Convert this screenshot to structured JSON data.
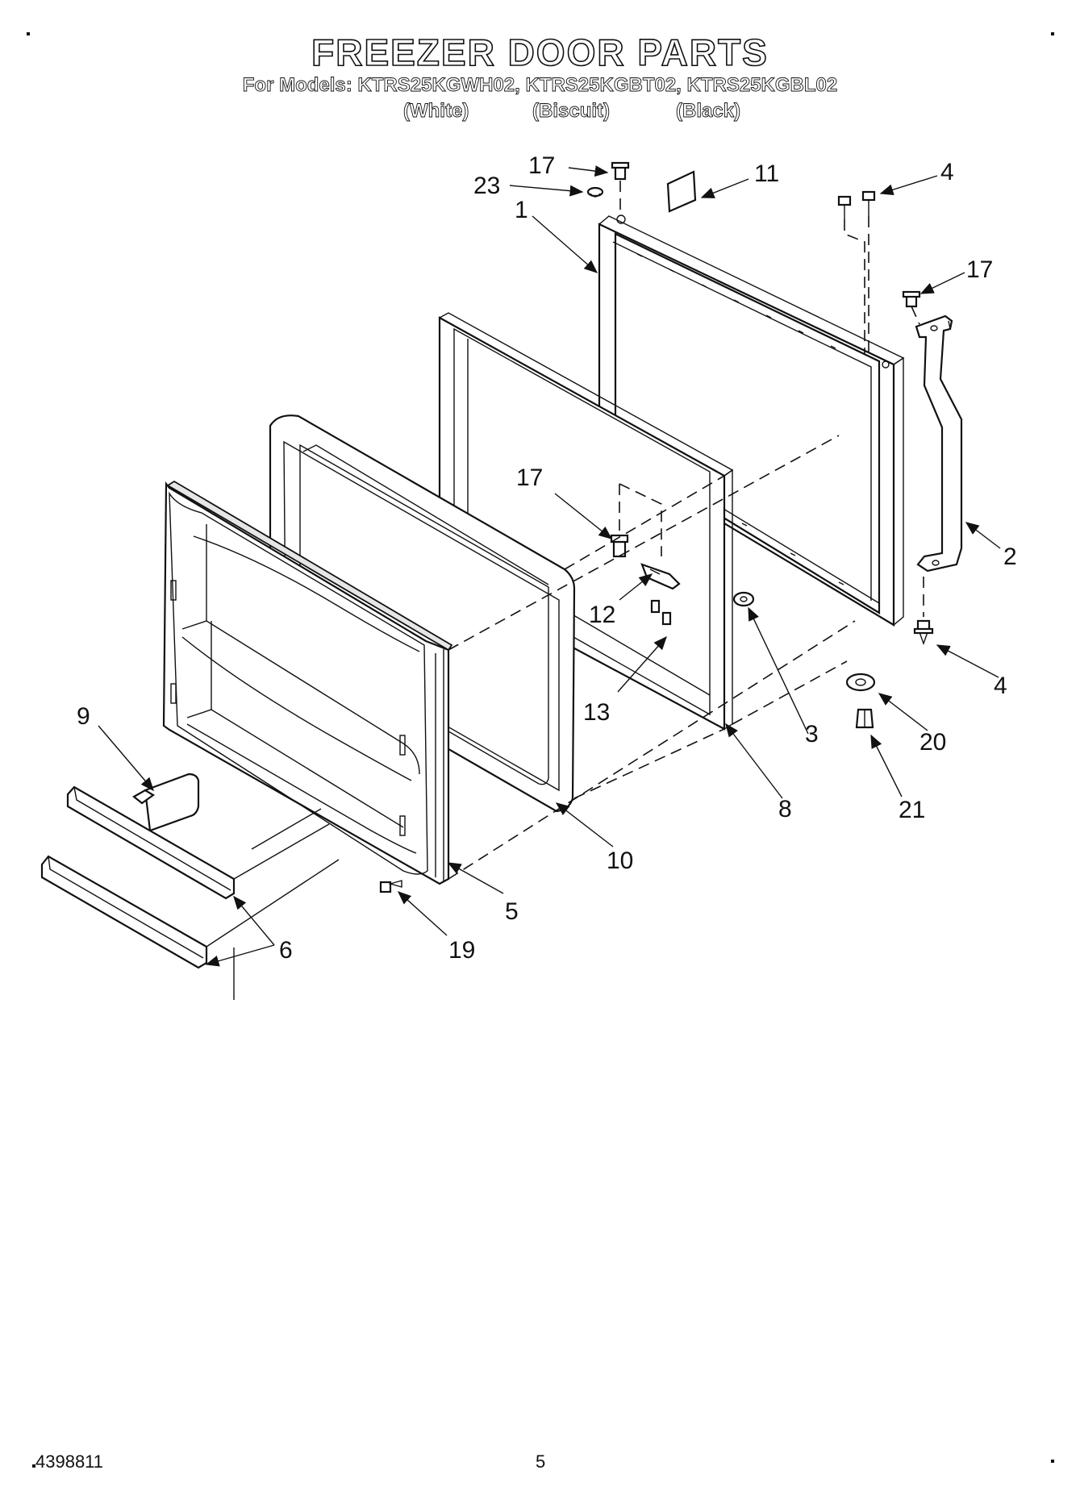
{
  "header": {
    "title": "FREEZER DOOR PARTS",
    "models_line": "For Models: KTRS25KGWH02, KTRS25KGBT02, KTRS25KGBL02",
    "variants": [
      "(White)",
      "(Biscuit)",
      "(Black)"
    ]
  },
  "callouts": {
    "c17a": "17",
    "c23": "23",
    "c11": "11",
    "c4a": "4",
    "c1": "1",
    "c17b": "17",
    "c17c": "17",
    "c2": "2",
    "c12": "12",
    "c3": "3",
    "c4b": "4",
    "c13": "13",
    "c9": "9",
    "c20": "20",
    "c8": "8",
    "c21": "21",
    "c10": "10",
    "c5": "5",
    "c6": "6",
    "c19": "19"
  },
  "footer": {
    "doc_number": "4398811",
    "page_number": "5"
  }
}
